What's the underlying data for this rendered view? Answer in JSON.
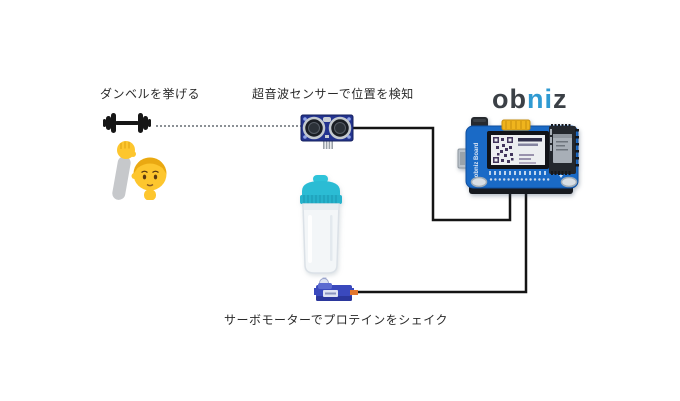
{
  "diagram": {
    "background_color": "#ffffff",
    "labels": {
      "dumbbell": "ダンベルを挙げる",
      "ultrasonic": "超音波センサーで位置を検知",
      "servo": "サーボモーターでプロテインをシェイク"
    },
    "logo": {
      "part_ob": "ob",
      "part_ni": "ni",
      "part_z": "z",
      "dark_color": "#3b4046",
      "accent_color": "#2f9ad2"
    },
    "board": {
      "side_label": "obniz Board"
    },
    "icons": {
      "person": "person-raising-hand-icon",
      "dumbbell": "dumbbell-icon",
      "sensor": "ultrasonic-sensor-icon",
      "board": "obniz-board-icon",
      "bottle": "shaker-bottle-icon",
      "servo": "servo-motor-icon"
    },
    "colors": {
      "wire": "#141414",
      "dotted_line": "#8b9095",
      "board_blue": "#1a6ac6",
      "sensor_navy": "#23338f",
      "bottle_teal": "#2bbcd4",
      "servo_indigo": "#3a49bd",
      "connector_yellow": "#efb41d"
    }
  }
}
